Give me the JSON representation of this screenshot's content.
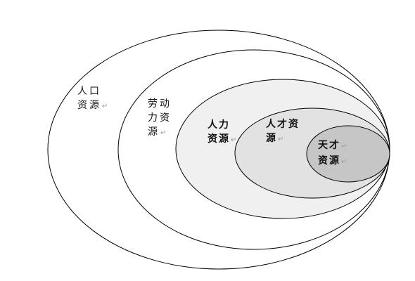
{
  "colors": {
    "stroke": "#000000",
    "ring_fills": [
      "#ffffff",
      "#ffffff",
      "#f0f0f0",
      "#e2e2e2",
      "#c6c6c6"
    ]
  },
  "paragraph_mark": "↵",
  "rings": [
    {
      "lines": [
        "人口",
        "资源"
      ]
    },
    {
      "lines": [
        "劳动",
        "力资",
        "源"
      ]
    },
    {
      "lines": [
        "人力",
        "资源"
      ]
    },
    {
      "lines": [
        "人才资",
        "源"
      ]
    },
    {
      "lines": [
        "天才",
        "资源"
      ]
    }
  ]
}
